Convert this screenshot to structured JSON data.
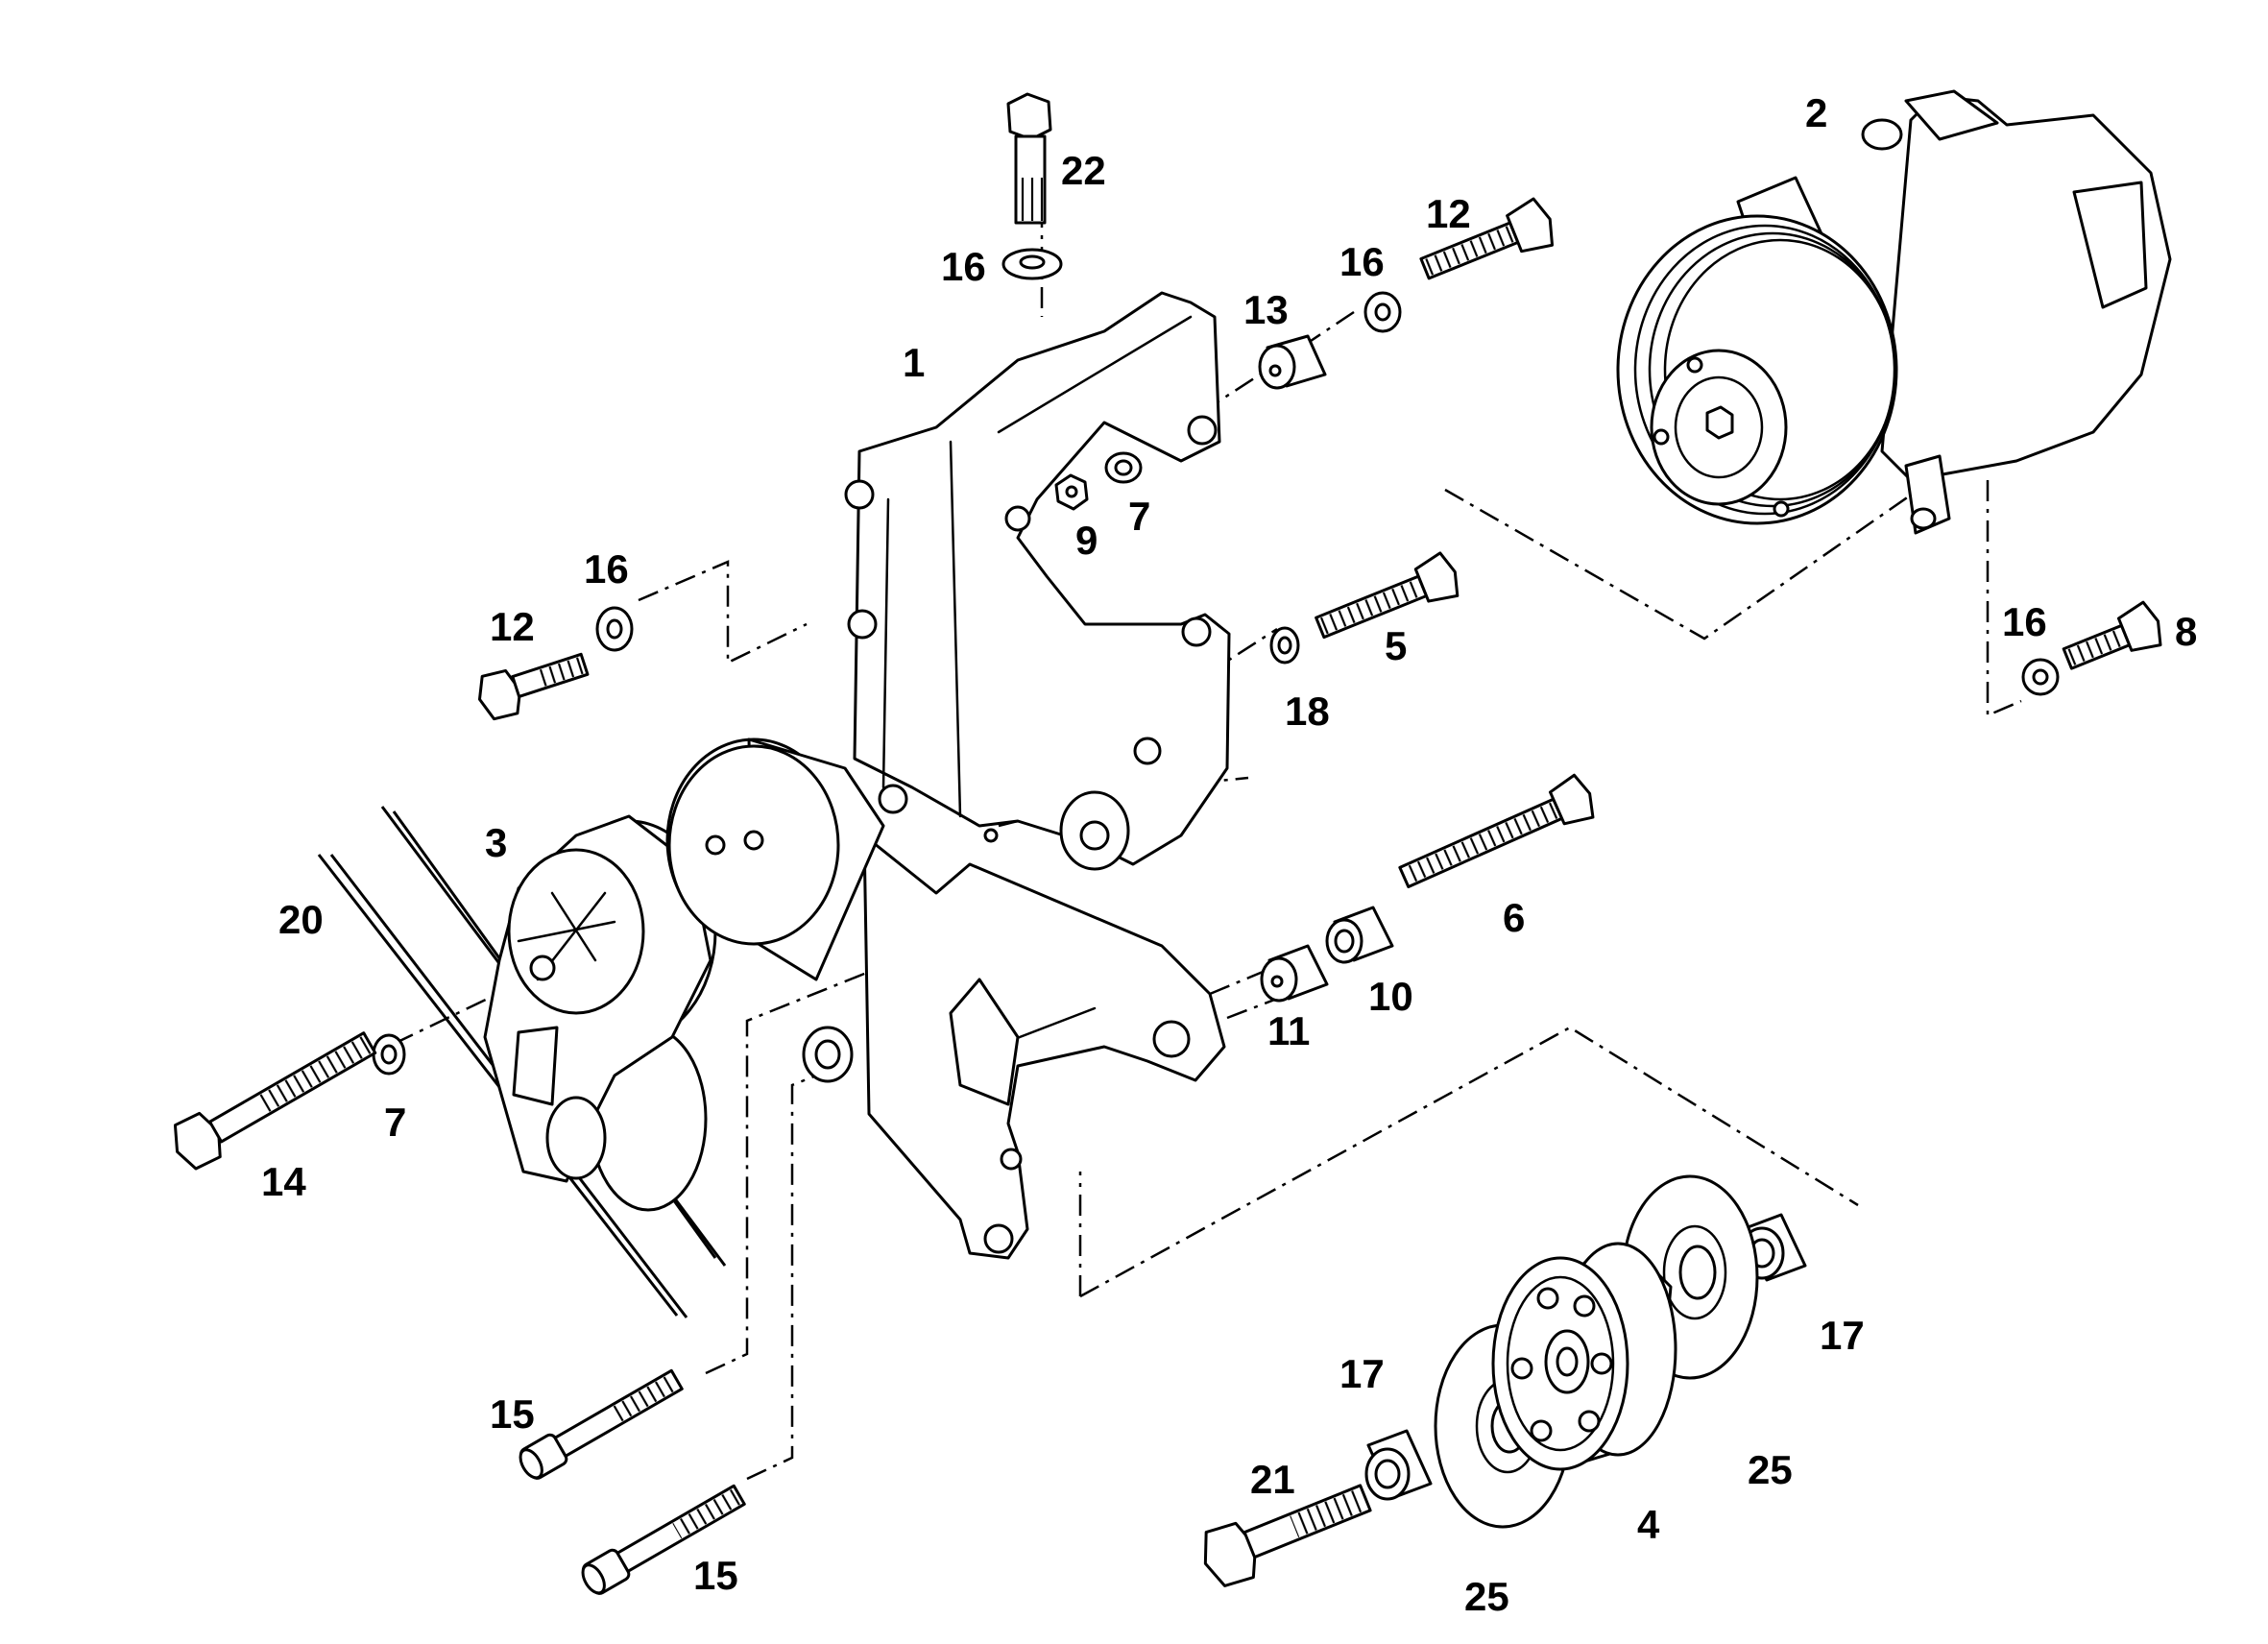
{
  "diagram": {
    "type": "exploded-parts-view",
    "callouts": [
      {
        "id": "c1",
        "label": "1"
      },
      {
        "id": "c2",
        "label": "2"
      },
      {
        "id": "c3",
        "label": "3"
      },
      {
        "id": "c4",
        "label": "4"
      },
      {
        "id": "c5",
        "label": "5"
      },
      {
        "id": "c6",
        "label": "6"
      },
      {
        "id": "c7a",
        "label": "7"
      },
      {
        "id": "c7b",
        "label": "7"
      },
      {
        "id": "c8",
        "label": "8"
      },
      {
        "id": "c9",
        "label": "9"
      },
      {
        "id": "c10",
        "label": "10"
      },
      {
        "id": "c11",
        "label": "11"
      },
      {
        "id": "c12a",
        "label": "12"
      },
      {
        "id": "c12b",
        "label": "12"
      },
      {
        "id": "c13",
        "label": "13"
      },
      {
        "id": "c14",
        "label": "14"
      },
      {
        "id": "c15a",
        "label": "15"
      },
      {
        "id": "c15b",
        "label": "15"
      },
      {
        "id": "c16a",
        "label": "16"
      },
      {
        "id": "c16b",
        "label": "16"
      },
      {
        "id": "c16c",
        "label": "16"
      },
      {
        "id": "c16d",
        "label": "16"
      },
      {
        "id": "c17a",
        "label": "17"
      },
      {
        "id": "c17b",
        "label": "17"
      },
      {
        "id": "c18",
        "label": "18"
      },
      {
        "id": "c20",
        "label": "20"
      },
      {
        "id": "c21",
        "label": "21"
      },
      {
        "id": "c22",
        "label": "22"
      },
      {
        "id": "c25a",
        "label": "25"
      },
      {
        "id": "c25b",
        "label": "25"
      }
    ]
  }
}
